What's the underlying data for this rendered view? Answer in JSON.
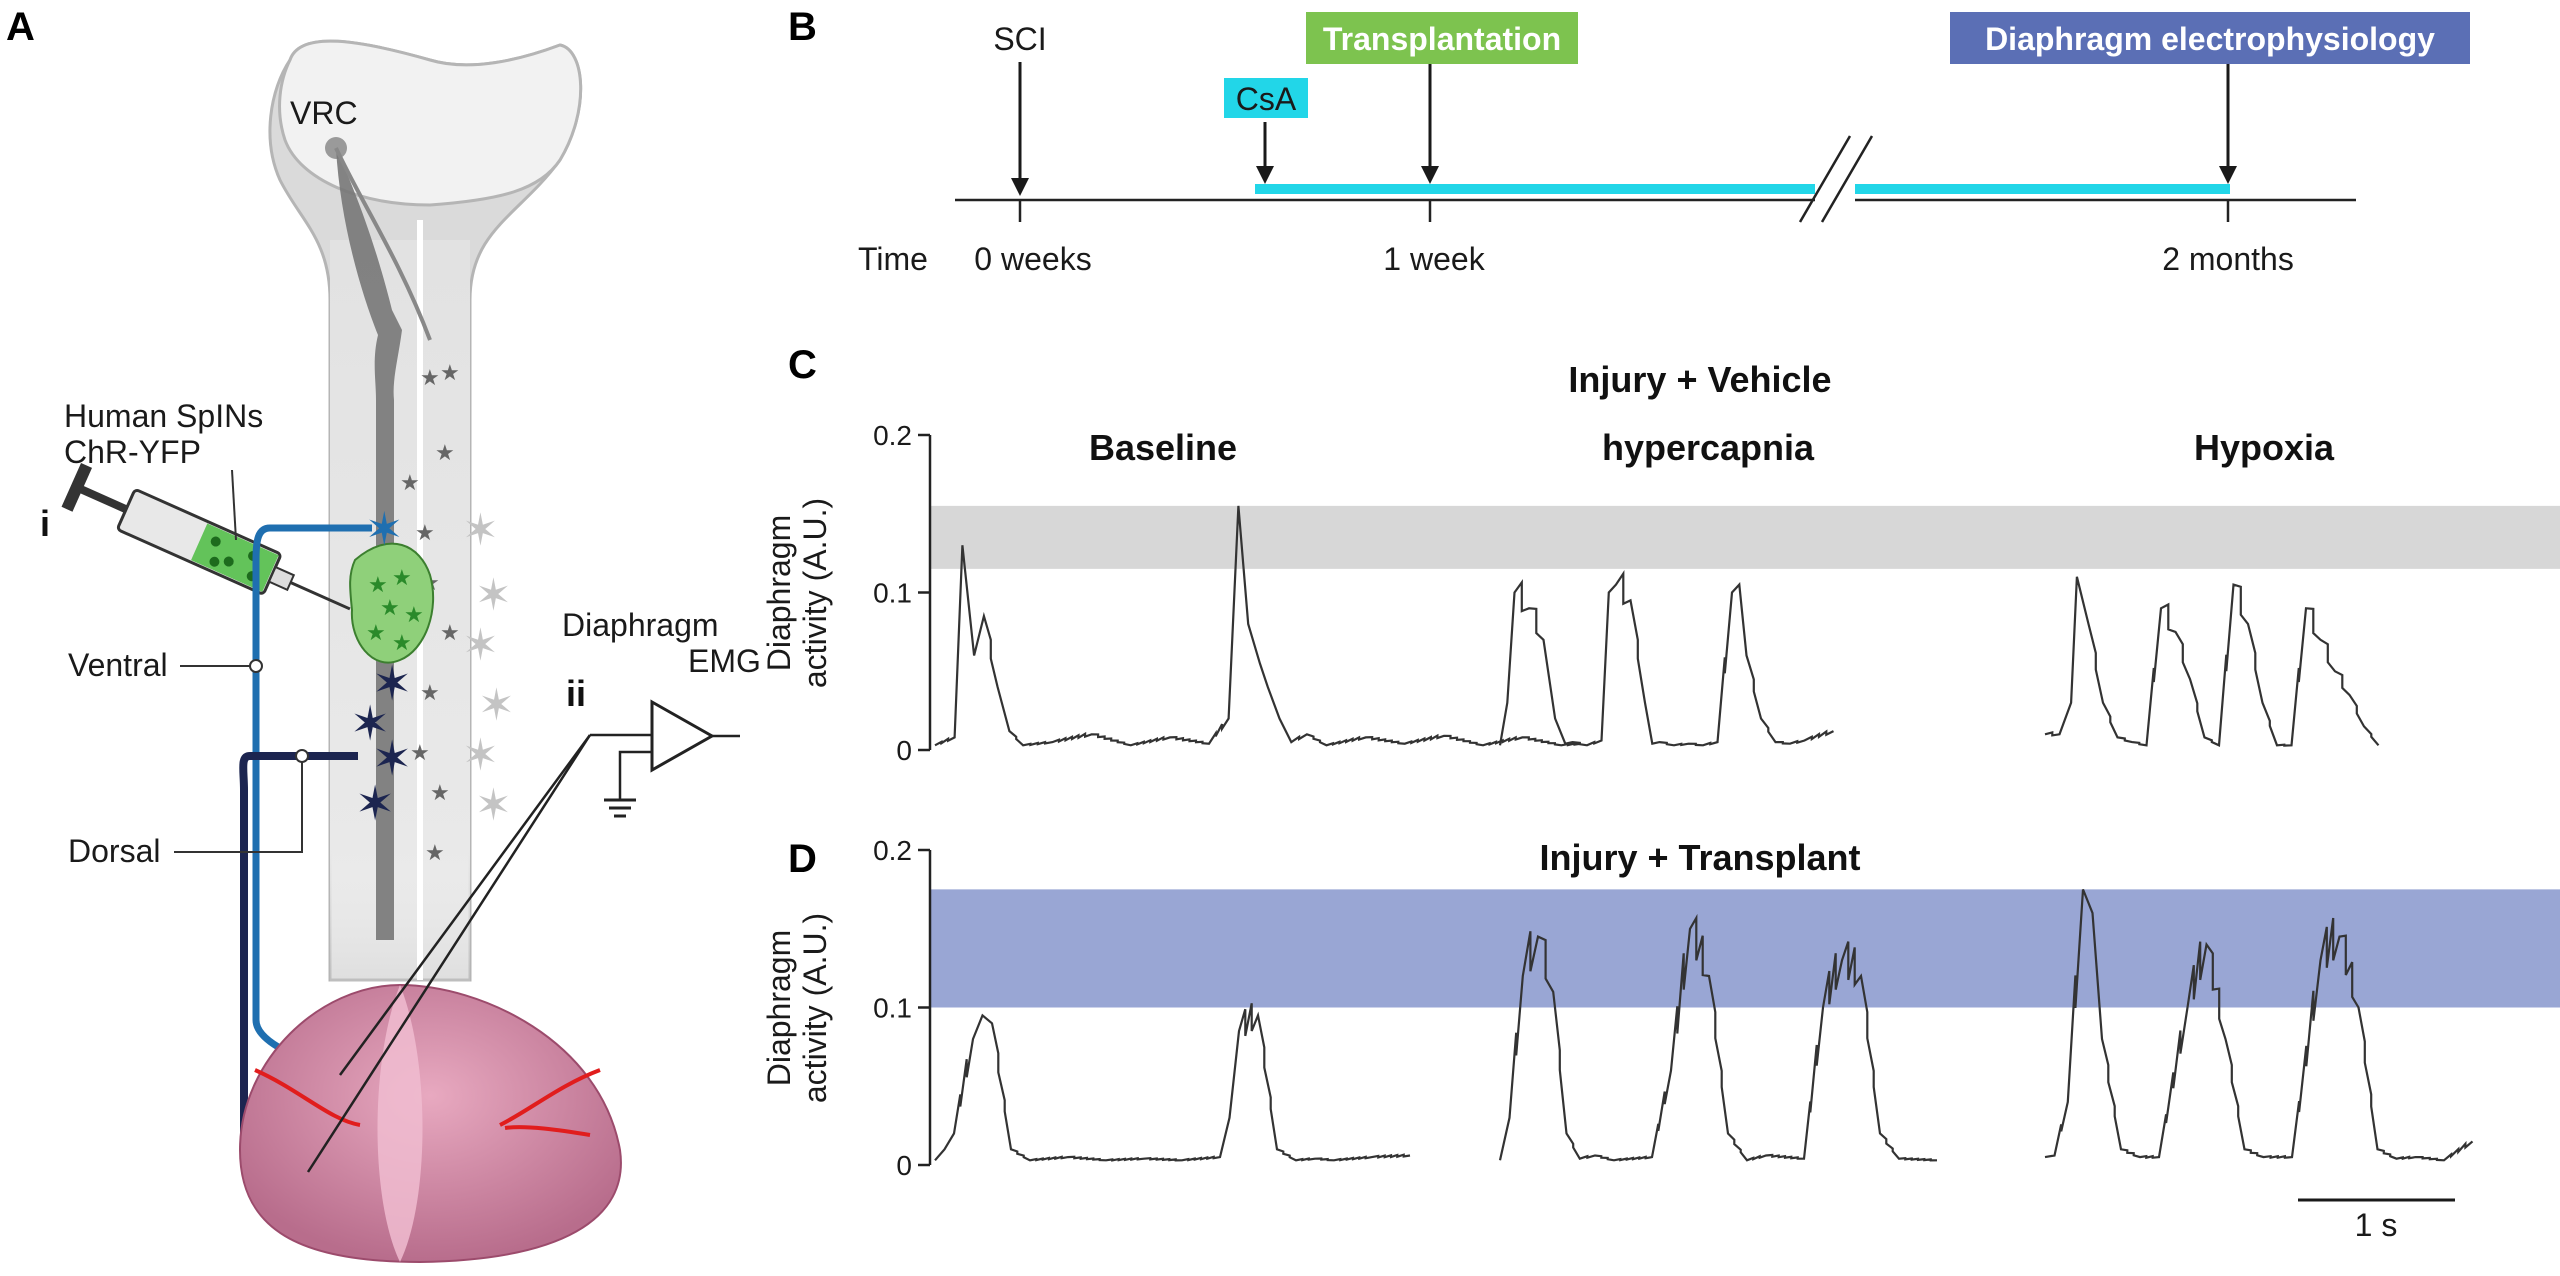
{
  "panel_labels": {
    "a": "A",
    "b": "B",
    "c": "C",
    "d": "D"
  },
  "panel_a": {
    "vrc": "VRC",
    "cells_line1": "Human SpINs",
    "cells_line2": "ChR-YFP",
    "marker_i": "i",
    "marker_ii": "ii",
    "ventral": "Ventral",
    "dorsal": "Dorsal",
    "emg_line1": "Diaphragm",
    "emg_line2": "EMG"
  },
  "timeline": {
    "time_label": "Time",
    "events": {
      "sci": "SCI",
      "csa": "CsA",
      "transplantation": "Transplantation",
      "electrophysiology": "Diaphragm electrophysiology"
    },
    "ticks": [
      "0 weeks",
      "1 week",
      "2 months"
    ],
    "colors": {
      "csa": "#22d6e8",
      "transplantation": "#7dc34f",
      "electrophysiology": "#5b6fb5"
    }
  },
  "colors": {
    "vehicle_band": "#d3d3d3",
    "transplant_band": "#8796cc",
    "trace": "#333333"
  },
  "chart_data": [
    {
      "type": "line",
      "title": "Injury + Vehicle",
      "ylabel": "Diaphragm activity (A.U.)",
      "ylim": [
        0,
        0.2
      ],
      "yticks": [
        "0",
        "0.1",
        "0.2"
      ],
      "reference_band": [
        0.115,
        0.155
      ],
      "series": [
        {
          "name": "Baseline",
          "x": [
            0,
            0.1,
            0.14,
            0.2,
            0.25,
            0.32,
            0.38,
            0.45,
            0.6,
            0.8,
            1.0,
            1.2,
            1.4,
            1.5,
            1.55,
            1.6,
            1.66,
            1.7,
            1.76,
            1.82,
            1.9,
            2.0,
            2.2,
            2.4,
            2.6,
            2.8,
            3.0,
            3.2,
            3.3
          ],
          "values": [
            0.003,
            0.008,
            0.13,
            0.06,
            0.085,
            0.04,
            0.012,
            0.003,
            0.005,
            0.01,
            0.003,
            0.008,
            0.004,
            0.02,
            0.155,
            0.08,
            0.055,
            0.04,
            0.02,
            0.005,
            0.01,
            0.003,
            0.008,
            0.004,
            0.009,
            0.003,
            0.008,
            0.003,
            0.004
          ]
        },
        {
          "name": "hypercapnia",
          "x": [
            0,
            0.05,
            0.1,
            0.2,
            0.3,
            0.38,
            0.45,
            0.5,
            0.6,
            0.7,
            0.75,
            0.8,
            0.9,
            1.0,
            1.05,
            1.1,
            1.2,
            1.3,
            1.4,
            1.5,
            1.6,
            1.65,
            1.7,
            1.8,
            1.9,
            2.0,
            2.1,
            2.3
          ],
          "values": [
            0.003,
            0.03,
            0.1,
            0.09,
            0.07,
            0.02,
            0.004,
            0.005,
            0.003,
            0.006,
            0.1,
            0.105,
            0.095,
            0.03,
            0.004,
            0.005,
            0.003,
            0.004,
            0.003,
            0.005,
            0.1,
            0.105,
            0.06,
            0.02,
            0.005,
            0.004,
            0.006,
            0.012
          ]
        },
        {
          "name": "Hypoxia",
          "x": [
            0,
            0.1,
            0.18,
            0.22,
            0.3,
            0.4,
            0.5,
            0.6,
            0.7,
            0.8,
            0.9,
            1.0,
            1.1,
            1.2,
            1.3,
            1.4,
            1.5,
            1.6,
            1.7,
            1.8,
            1.9,
            2.0,
            2.1,
            2.2,
            2.3
          ],
          "values": [
            0.01,
            0.01,
            0.03,
            0.11,
            0.08,
            0.03,
            0.008,
            0.005,
            0.003,
            0.09,
            0.075,
            0.045,
            0.008,
            0.003,
            0.105,
            0.08,
            0.03,
            0.003,
            0.003,
            0.09,
            0.07,
            0.05,
            0.035,
            0.015,
            0.003
          ]
        }
      ]
    },
    {
      "type": "line",
      "title": "Injury + Transplant",
      "ylabel": "Diaphragm activity (A.U.)",
      "ylim": [
        0,
        0.2
      ],
      "yticks": [
        "0",
        "0.1",
        "0.2"
      ],
      "reference_band": [
        0.1,
        0.175
      ],
      "scale_bar": "1 s",
      "series": [
        {
          "name": "Baseline",
          "x": [
            0,
            0.05,
            0.1,
            0.2,
            0.25,
            0.3,
            0.4,
            0.5,
            0.7,
            0.9,
            1.1,
            1.3,
            1.5,
            1.55,
            1.6,
            1.7,
            1.8,
            1.9,
            2.0,
            2.1,
            2.3,
            2.5
          ],
          "values": [
            0.003,
            0.01,
            0.02,
            0.08,
            0.095,
            0.09,
            0.01,
            0.003,
            0.005,
            0.003,
            0.004,
            0.003,
            0.005,
            0.03,
            0.085,
            0.095,
            0.01,
            0.003,
            0.004,
            0.003,
            0.005,
            0.006
          ]
        },
        {
          "name": "hypercapnia",
          "x": [
            0,
            0.05,
            0.12,
            0.2,
            0.28,
            0.35,
            0.42,
            0.5,
            0.6,
            0.8,
            0.9,
            1.0,
            1.1,
            1.2,
            1.3,
            1.4,
            1.6,
            1.7,
            1.8,
            1.9,
            2.0,
            2.1,
            2.3
          ],
          "values": [
            0.003,
            0.03,
            0.12,
            0.145,
            0.11,
            0.02,
            0.004,
            0.006,
            0.003,
            0.005,
            0.06,
            0.15,
            0.12,
            0.02,
            0.003,
            0.006,
            0.004,
            0.1,
            0.13,
            0.12,
            0.02,
            0.004,
            0.003
          ]
        },
        {
          "name": "Hypoxia",
          "x": [
            0,
            0.05,
            0.12,
            0.2,
            0.25,
            0.3,
            0.4,
            0.5,
            0.6,
            0.75,
            0.85,
            0.95,
            1.05,
            1.15,
            1.3,
            1.45,
            1.55,
            1.65,
            1.75,
            1.85,
            1.95,
            2.1,
            2.25
          ],
          "values": [
            0.005,
            0.006,
            0.04,
            0.175,
            0.16,
            0.08,
            0.01,
            0.005,
            0.005,
            0.1,
            0.14,
            0.08,
            0.01,
            0.005,
            0.005,
            0.13,
            0.145,
            0.1,
            0.01,
            0.004,
            0.005,
            0.003,
            0.015
          ]
        }
      ]
    }
  ]
}
